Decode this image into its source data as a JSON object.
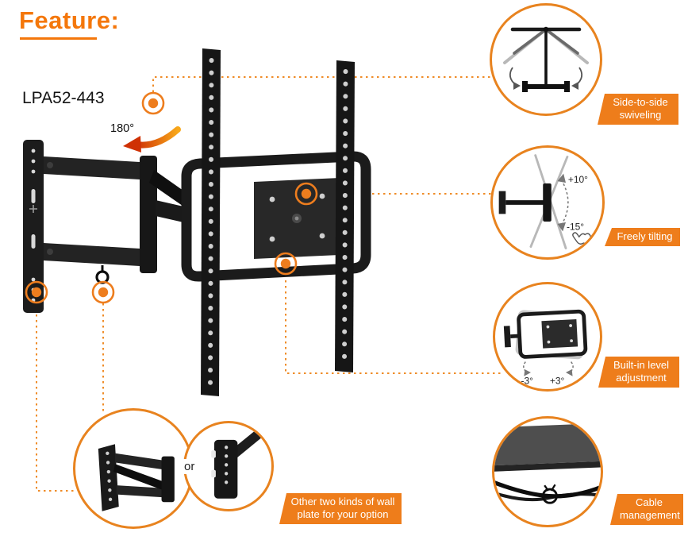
{
  "page": {
    "title": "Feature:",
    "model": "LPA52-443"
  },
  "main_diagram": {
    "swivel_angle": "180°"
  },
  "callouts": {
    "swivel": {
      "label_line1": "Side-to-side",
      "label_line2": "swiveling"
    },
    "tilt": {
      "label": "Freely tilting",
      "up": "+10°",
      "down": "-15°"
    },
    "level": {
      "label_line1": "Built-in level",
      "label_line2": "adjustment",
      "left": "-3°",
      "right": "+3°"
    },
    "cable": {
      "label_line1": "Cable",
      "label_line2": "management"
    },
    "plates": {
      "label_line1": "Other two kinds of wall",
      "label_line2": "plate for your option",
      "or": "or"
    }
  },
  "colors": {
    "accent": "#ee7d1b",
    "marker": "#ed7d1e",
    "mount_black": "#1b1b1b",
    "ghost_gray": "#b8b8b8"
  }
}
